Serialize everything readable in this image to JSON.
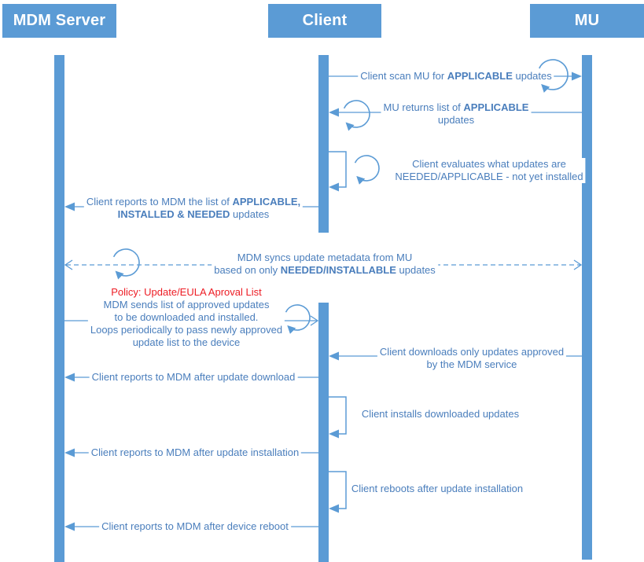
{
  "diagram": {
    "title_implicit": "MDM update management sequence",
    "actors": [
      {
        "name": "MDM Server"
      },
      {
        "name": "Client"
      },
      {
        "name": "MU"
      }
    ],
    "colors": {
      "accent": "#5b9bd5",
      "message_text": "#4a7ebc",
      "policy_text": "#ed1c24"
    },
    "icons": [
      {
        "name": "loop-circular-arrow-icon",
        "meaning": "repeating / looping step"
      }
    ],
    "messages": {
      "scan": {
        "pre": "Client scan MU for ",
        "bold": "APPLICABLE",
        "post": " updates"
      },
      "returns": {
        "pre": "MU returns list of ",
        "bold": "APPLICABLE",
        "line2": "updates"
      },
      "evaluates": {
        "line1": "Client evaluates what updates are",
        "line2": "NEEDED/APPLICABLE - not yet installed"
      },
      "reports_list": {
        "pre": "Client reports to MDM the list of ",
        "bold1": "APPLICABLE,",
        "bold2": "INSTALLED & NEEDED",
        "post": " updates"
      },
      "sync": {
        "line1": "MDM syncs update metadata from MU",
        "line2_pre": "based on only ",
        "line2_bold": "NEEDED/INSTALLABLE",
        "line2_post": " updates"
      },
      "policy": {
        "title": "Policy: Update/EULA Aproval List",
        "line1": "MDM sends list of approved updates",
        "line2": "to be downloaded and installed.",
        "line3": "Loops periodically to pass newly approved",
        "line4": "update list to the device"
      },
      "downloads": {
        "line1": "Client downloads only updates approved",
        "line2": "by the MDM service"
      },
      "report_download": {
        "text": "Client reports to MDM after update download"
      },
      "installs": {
        "text": "Client installs downloaded updates"
      },
      "report_install": {
        "text": "Client reports to MDM after update installation"
      },
      "reboots": {
        "text": "Client reboots after update installation"
      },
      "report_reboot": {
        "text": "Client reports to MDM after device reboot"
      }
    }
  }
}
